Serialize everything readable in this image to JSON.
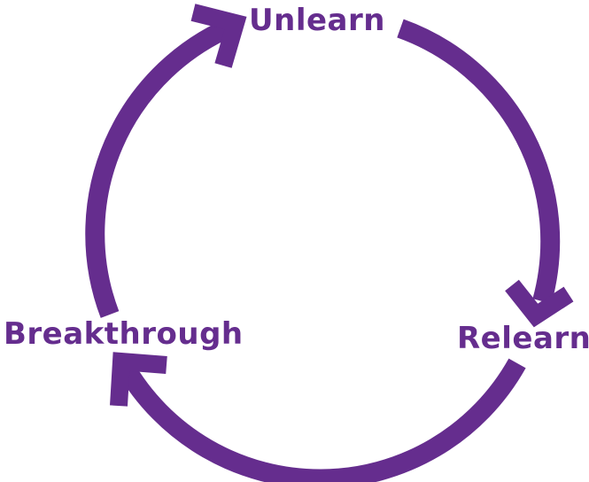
{
  "diagram": {
    "type": "cycle",
    "accent_color": "#652d8e",
    "background_color": "#ffffff",
    "stages": [
      {
        "id": "unlearn",
        "label": "Unlearn"
      },
      {
        "id": "relearn",
        "label": "Relearn"
      },
      {
        "id": "breakthrough",
        "label": "Breakthrough"
      }
    ],
    "connections": [
      {
        "from": "unlearn",
        "to": "relearn",
        "direction": "clockwise"
      },
      {
        "from": "relearn",
        "to": "breakthrough",
        "direction": "clockwise"
      },
      {
        "from": "breakthrough",
        "to": "unlearn",
        "direction": "clockwise"
      }
    ]
  }
}
